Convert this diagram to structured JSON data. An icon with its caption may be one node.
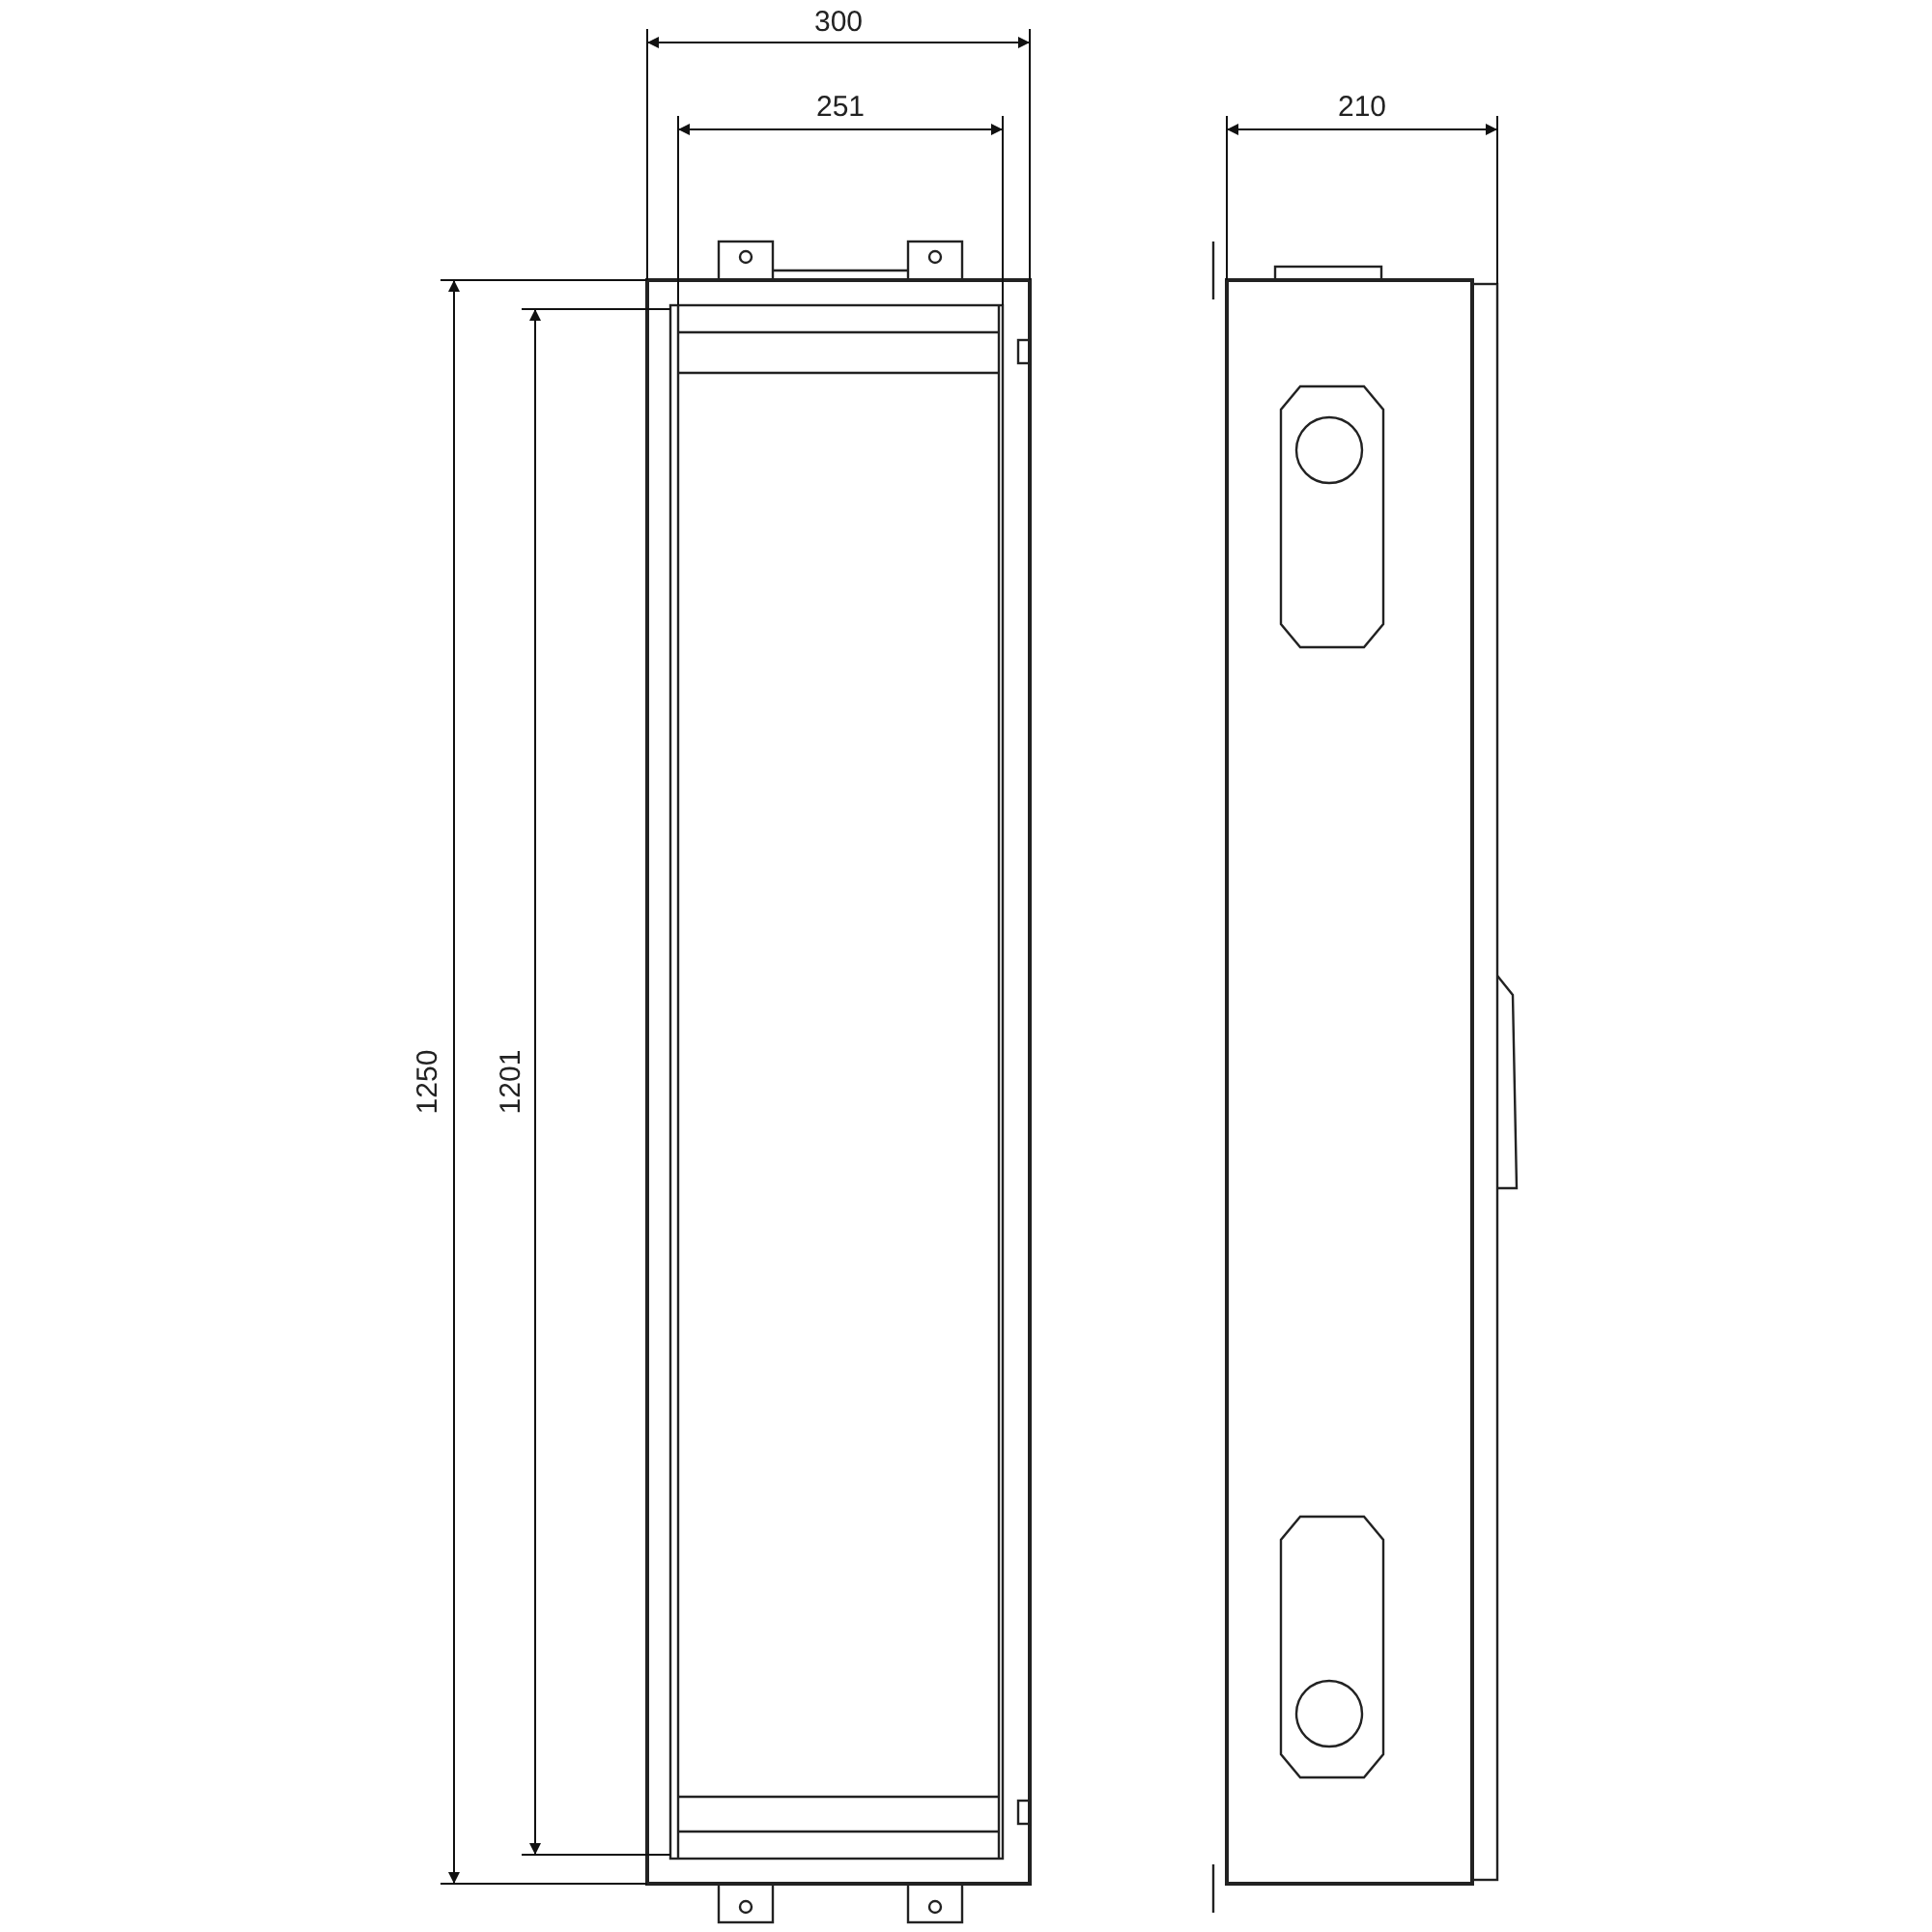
{
  "diagram": {
    "labels": [
      "300",
      "251",
      "210",
      "1250",
      "1201"
    ]
  }
}
